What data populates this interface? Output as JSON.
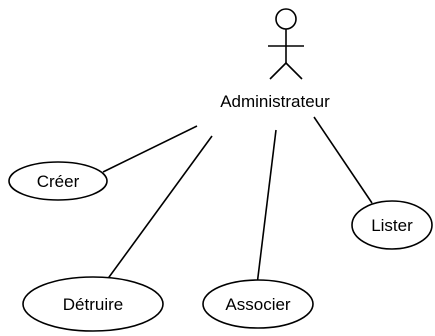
{
  "actor": {
    "name": "Administrateur"
  },
  "use_cases": [
    {
      "id": "creer",
      "label": "Créer"
    },
    {
      "id": "detruire",
      "label": "Détruire"
    },
    {
      "id": "associer",
      "label": "Associer"
    },
    {
      "id": "lister",
      "label": "Lister"
    }
  ],
  "associations": [
    {
      "from": "actor",
      "to": "creer"
    },
    {
      "from": "actor",
      "to": "detruire"
    },
    {
      "from": "actor",
      "to": "associer"
    },
    {
      "from": "actor",
      "to": "lister"
    }
  ]
}
